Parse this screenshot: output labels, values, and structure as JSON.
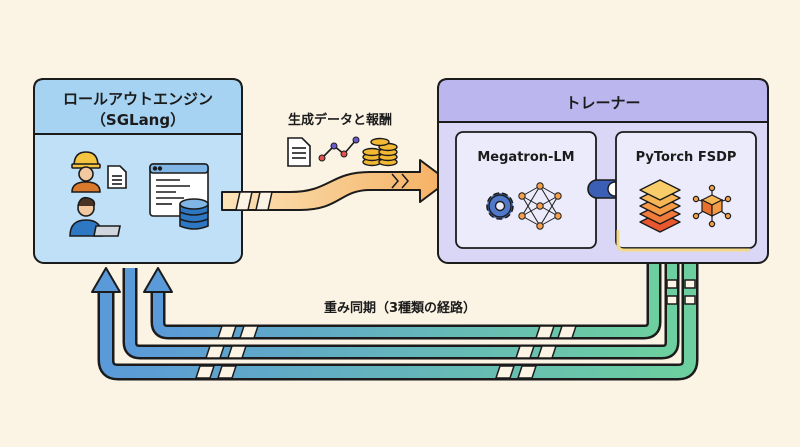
{
  "rollout": {
    "title_line1": "ロールアウトエンジン",
    "title_line2": "（SGLang）",
    "fill": "#bfe0f7",
    "header_fill": "#a6d3f2"
  },
  "trainer": {
    "title": "トレーナー",
    "fill": "#d9d6f6",
    "header_fill": "#bcb6ef",
    "megatron_label": "Megatron-LM",
    "fsdp_label": "PyTorch FSDP"
  },
  "flow_top": {
    "label": "生成データと報酬",
    "gradient": [
      "#fbe3b8",
      "#f5b062"
    ]
  },
  "flow_bottom": {
    "label": "重み同期（3種類の経路）",
    "gradient": [
      "#5b9ad8",
      "#6dcf9f"
    ]
  },
  "icons": [
    "worker-icon",
    "document-icon",
    "developer-laptop-icon",
    "server-window-icon",
    "database-icon",
    "file-icon",
    "line-chart-icon",
    "coins-icon",
    "gear-icon",
    "neural-network-icon",
    "toggle-switch-icon",
    "layers-icon",
    "cube-network-icon"
  ]
}
